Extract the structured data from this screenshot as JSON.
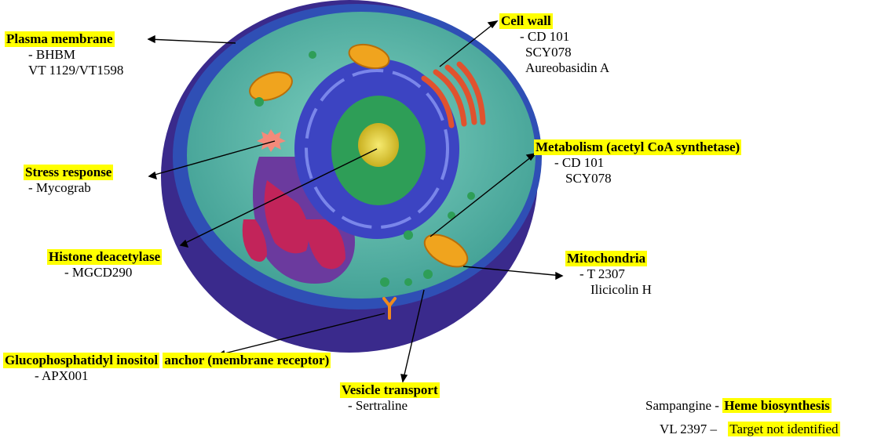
{
  "colors": {
    "highlight": "#ffff00",
    "cytoplasm": "#5bb5a5",
    "membrane_outer": "#2f4fb5",
    "membrane_shadow": "#3a2a8c",
    "nucleus_envelope": "#3c44c2",
    "nucleus_inner": "#2e9e57",
    "nucleolus": "#e6d23a",
    "er_red": "#c2245a",
    "mito_orange": "#f0a41e",
    "golgi_red": "#e0522e",
    "arrow": "#000000"
  },
  "icons": [
    "arrow-pointer-icon",
    "receptor-y-icon",
    "stress-burst-icon"
  ],
  "labels": {
    "plasma_membrane": {
      "title": "Plasma membrane",
      "items": [
        "- BHBM",
        "VT 1129/VT1598"
      ]
    },
    "cell_wall": {
      "title": "Cell wall",
      "items": [
        "- CD 101",
        "SCY078",
        "Aureobasidin A"
      ]
    },
    "stress_response": {
      "title": "Stress response",
      "items": [
        "- Mycograb"
      ]
    },
    "metabolism": {
      "title": "Metabolism (acetyl CoA synthetase)",
      "items": [
        "- CD 101",
        "SCY078"
      ]
    },
    "histone": {
      "title": "Histone deacetylase",
      "items": [
        "- MGCD290"
      ]
    },
    "mitochondria": {
      "title": "Mitochondria",
      "items": [
        "- T 2307",
        "Ilicicolin H"
      ]
    },
    "gpi": {
      "title_line1": "Glucophosphatidyl inositol",
      "title_line2": "anchor (membrane receptor)",
      "items": [
        "- APX001"
      ]
    },
    "vesicle": {
      "title": "Vesicle transport",
      "items": [
        "- Sertraline"
      ]
    }
  },
  "legend": {
    "row1": {
      "drug": "Sampangine -",
      "target": "Heme biosynthesis"
    },
    "row2": {
      "drug": "VL 2397 –",
      "target": "Target not identified"
    }
  }
}
